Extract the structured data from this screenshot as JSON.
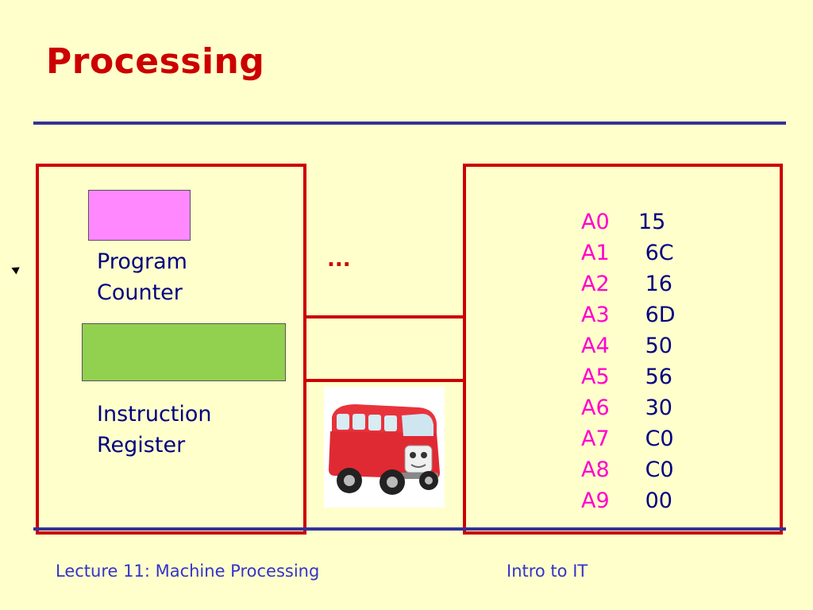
{
  "slide": {
    "title": "Processing",
    "ellipsis": "...",
    "accent_color": "#cc0000",
    "rule_color": "#333399"
  },
  "cpu": {
    "program_counter_label": [
      "Program",
      "Counter"
    ],
    "instruction_register_label": [
      "Instruction",
      "Register"
    ],
    "pc_color": "#ff88ff",
    "ir_color": "#92d050"
  },
  "memory": {
    "rows": [
      {
        "addr": "A0",
        "val": "15"
      },
      {
        "addr": "A1",
        "val": " 6C"
      },
      {
        "addr": "A2",
        "val": " 16"
      },
      {
        "addr": "A3",
        "val": " 6D"
      },
      {
        "addr": "A4",
        "val": " 50"
      },
      {
        "addr": "A5",
        "val": " 56"
      },
      {
        "addr": "A6",
        "val": " 30"
      },
      {
        "addr": "A7",
        "val": " C0"
      },
      {
        "addr": "A8",
        "val": " C0"
      },
      {
        "addr": "A9",
        "val": " 00"
      }
    ]
  },
  "footer": {
    "left": "Lecture 11: Machine Processing",
    "right": "Intro to IT"
  }
}
